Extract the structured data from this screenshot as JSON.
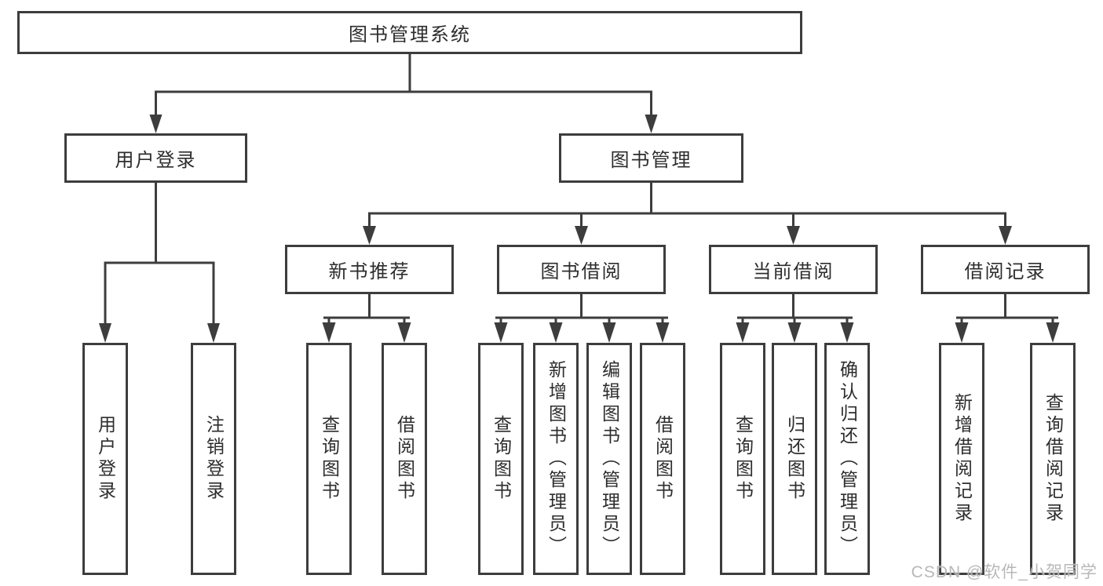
{
  "diagram": {
    "title_node": "图书管理系统",
    "level2": {
      "user_login": "用户登录",
      "book_management": "图书管理"
    },
    "level3": {
      "new_book_recommend": "新书推荐",
      "book_borrow": "图书借阅",
      "current_borrow": "当前借阅",
      "borrow_records": "借阅记录"
    },
    "level4": {
      "user_login": [
        "用户登录",
        "注销登录"
      ],
      "new_book_recommend": [
        "查询图书",
        "借阅图书"
      ],
      "book_borrow": [
        "查询图书",
        "新增图书（管理员）",
        "编辑图书（管理员）",
        "借阅图书"
      ],
      "current_borrow": [
        "查询图书",
        "归还图书",
        "确认归还（管理员）"
      ],
      "borrow_records": [
        "新增借阅记录",
        "查询借阅记录"
      ]
    }
  },
  "watermark": "CSDN @软件_小贺同学",
  "colors": {
    "line": "#3d3d3d",
    "box_border": "#3d3d3d",
    "box_fill": "#ffffff",
    "text": "#2d2d2d",
    "watermark_text": "#b2b2b2",
    "page_background": "#ffffff"
  }
}
